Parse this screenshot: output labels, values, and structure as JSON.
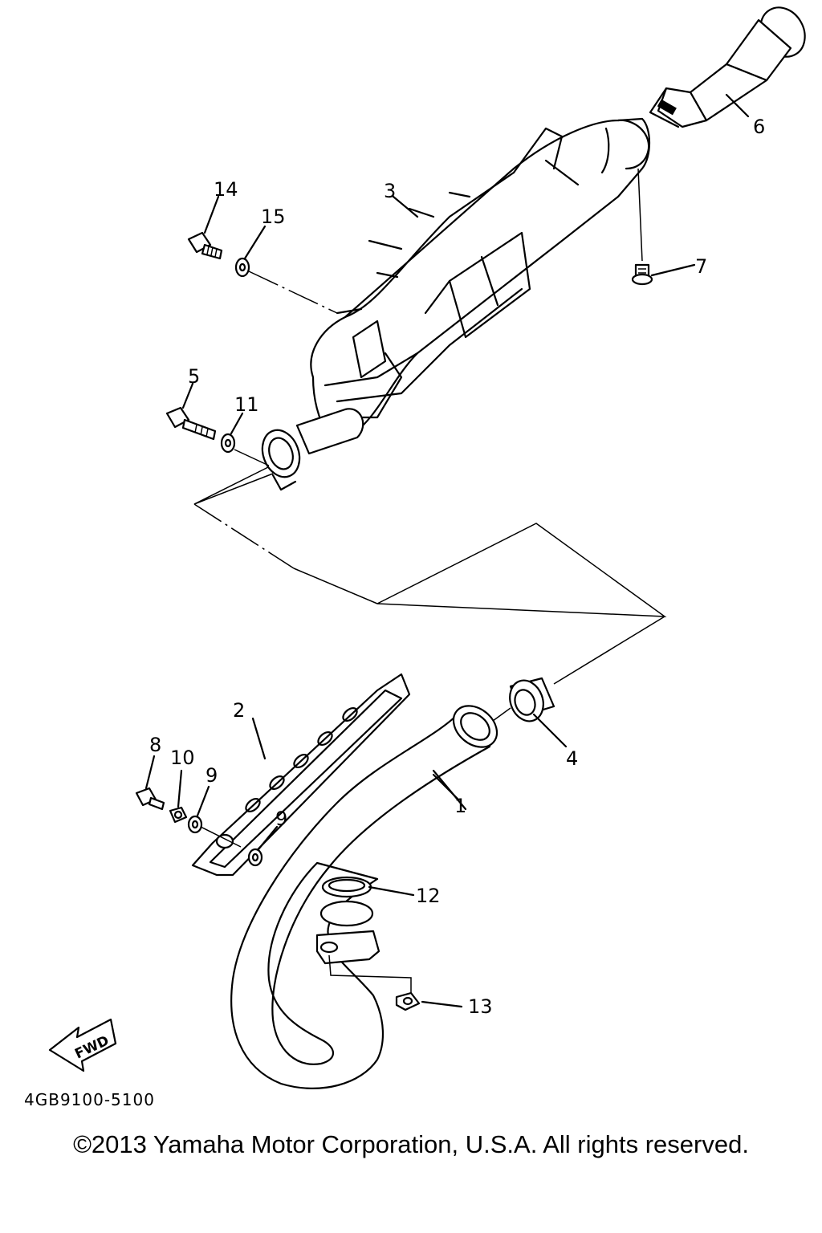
{
  "diagram": {
    "callouts": [
      "1",
      "2",
      "3",
      "4",
      "5",
      "6",
      "7",
      "8",
      "9",
      "9",
      "10",
      "11",
      "12",
      "13",
      "14",
      "15"
    ],
    "part_code": "4GB9100-5100",
    "fwd_label": "FWD"
  },
  "footer": {
    "copyright": "©2013 Yamaha Motor Corporation, U.S.A. All rights reserved."
  }
}
